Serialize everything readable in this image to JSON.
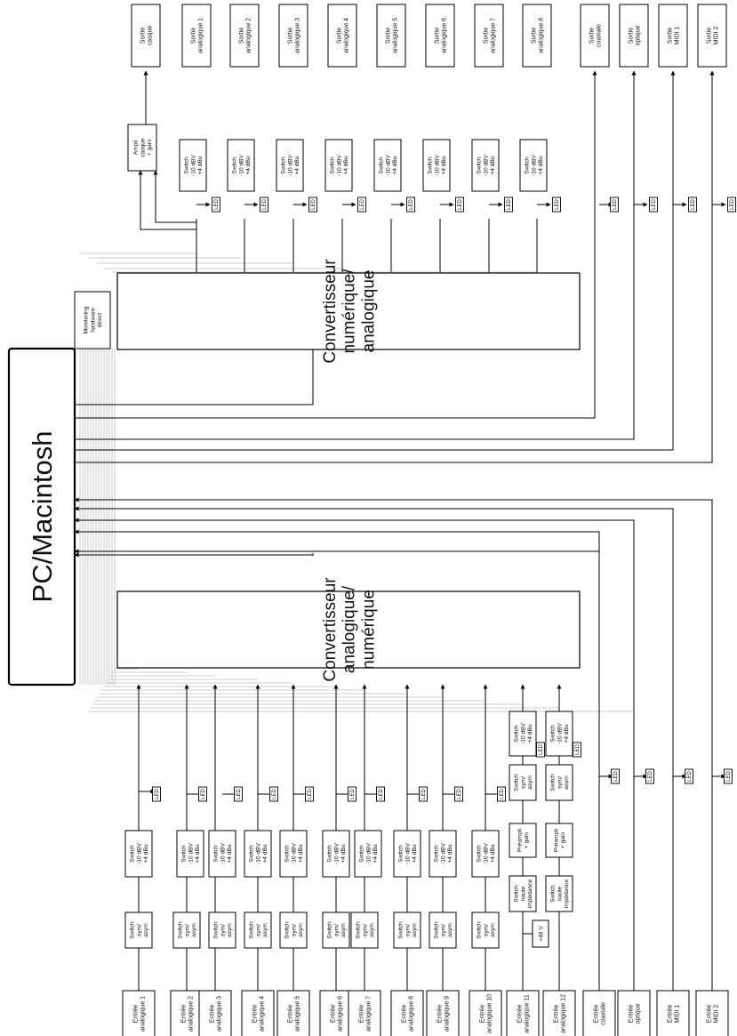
{
  "main": {
    "title": "PC/Macintosh",
    "da_converter": [
      "Convertisseur",
      "numérique/",
      "analogique"
    ],
    "ad_converter": [
      "Convertisseur",
      "analogique/",
      "numérique"
    ],
    "monitoring": [
      "Monitoring",
      "hardware",
      "direct"
    ],
    "headphone_amp": [
      "Ampli",
      "casque",
      "+ gain"
    ],
    "led_label": "LED",
    "phantom_label": "+48 V"
  },
  "outputs": [
    [
      "Sortie",
      "casque"
    ],
    [
      "Sortie",
      "analogique 1"
    ],
    [
      "Sortie",
      "analogique 2"
    ],
    [
      "Sortie",
      "analogique 3"
    ],
    [
      "Sortie",
      "analogique 4"
    ],
    [
      "Sortie",
      "analogique 5"
    ],
    [
      "Sortie",
      "analogique 6"
    ],
    [
      "Sortie",
      "analogique 7"
    ],
    [
      "Sortie",
      "analogique 8"
    ],
    [
      "Sortie",
      "coaxiale"
    ],
    [
      "Sortie",
      "optique"
    ],
    [
      "Sortie",
      "MIDI 1"
    ],
    [
      "Sortie",
      "MIDI 2"
    ]
  ],
  "inputs": [
    [
      "Entrée",
      "analogique 1"
    ],
    [
      "Entrée",
      "analogique 2"
    ],
    [
      "Entrée",
      "analogique 3"
    ],
    [
      "Entrée",
      "analogique 4"
    ],
    [
      "Entrée",
      "analogique 5"
    ],
    [
      "Entrée",
      "analogique 6"
    ],
    [
      "Entrée",
      "analogique 7"
    ],
    [
      "Entrée",
      "analogique 8"
    ],
    [
      "Entrée",
      "analogique 9"
    ],
    [
      "Entrée",
      "analogique 10"
    ],
    [
      "Entrée",
      "analogique 11"
    ],
    [
      "Entrée",
      "analogique 12"
    ],
    [
      "Entrée",
      "coaxiale"
    ],
    [
      "Entrée",
      "optique"
    ],
    [
      "Entrée",
      "MIDI 1"
    ],
    [
      "Entrée",
      "MIDI 2"
    ]
  ],
  "switches": {
    "level_out": [
      "Switch",
      "-10 dBV",
      "+4 dBu"
    ],
    "level_in": [
      "Switch",
      "-10 dBV",
      "+4 dBu"
    ],
    "sym": [
      "Switch",
      "sym/",
      "asym"
    ],
    "hiz": [
      "Switch",
      "haute",
      "impédance"
    ],
    "preamp": [
      "Préampli",
      "+ gain"
    ]
  }
}
